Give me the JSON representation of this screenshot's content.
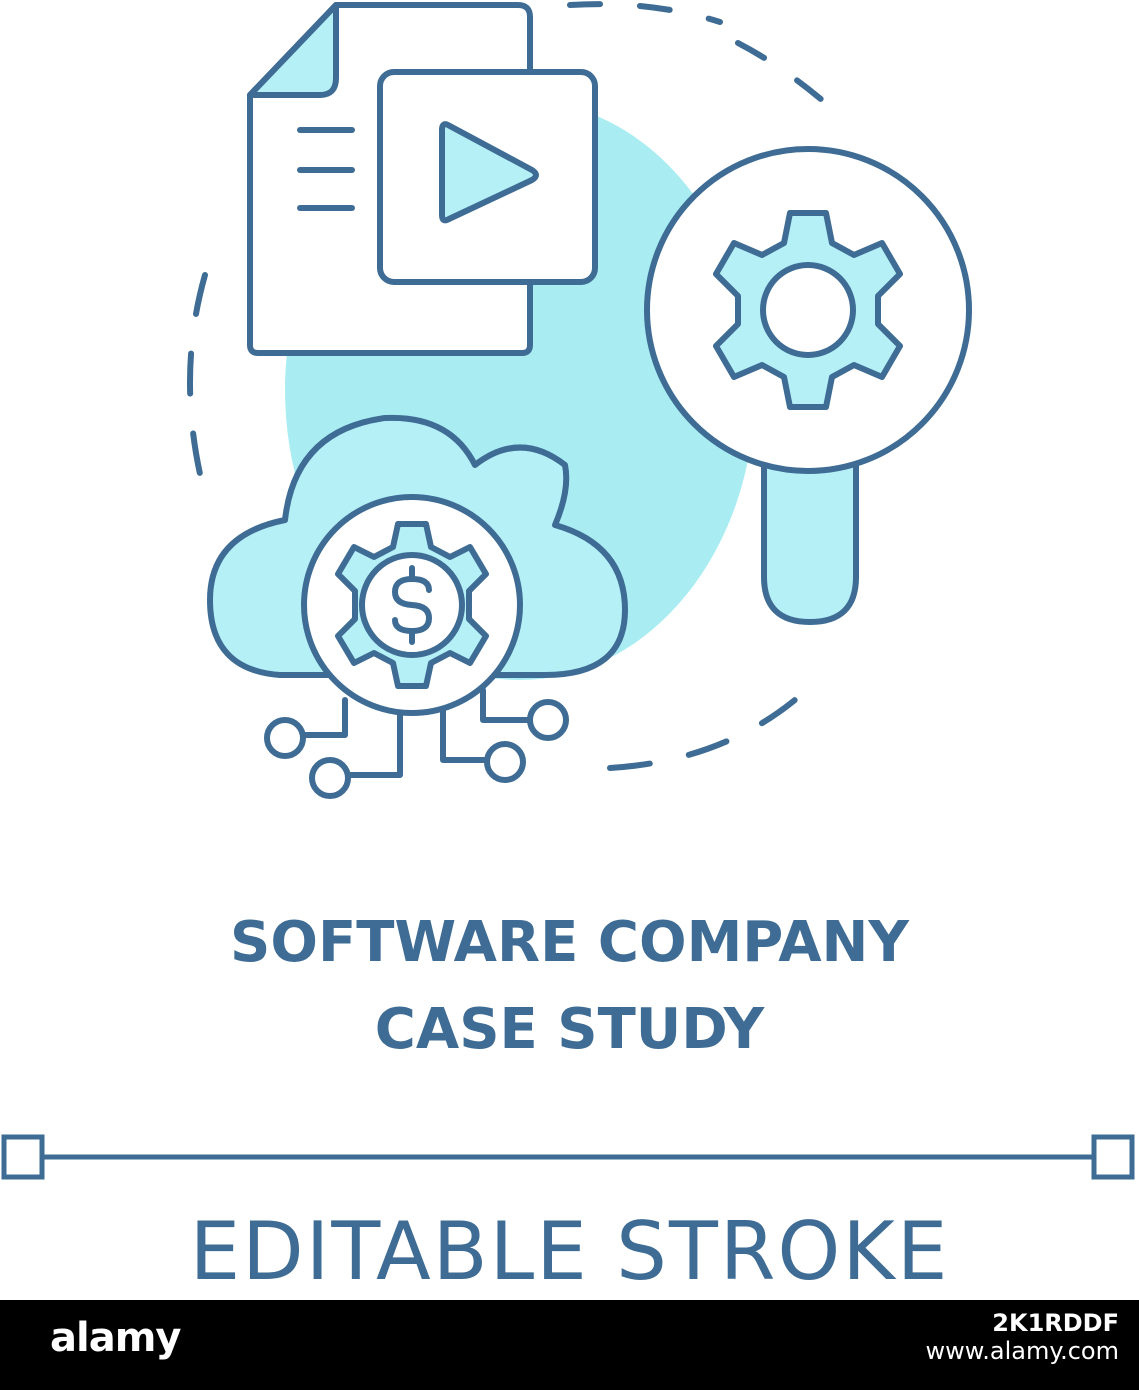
{
  "title": {
    "line1": "SOFTWARE COMPANY",
    "line2": "CASE STUDY"
  },
  "caption": "EDITABLE STROKE",
  "footer": {
    "logo": "alamy",
    "image_code": "2K1RDDF",
    "site": "www.alamy.com"
  },
  "colors": {
    "stroke": "#3e6c95",
    "fill": "#b5f0f7",
    "blob": "#a9edf3",
    "background": "#ffffff",
    "footer_bg": "#000000"
  },
  "icons": [
    "document-icon",
    "video-play-icon",
    "magnifier-gear-icon",
    "cloud-dollar-gear-icon"
  ]
}
